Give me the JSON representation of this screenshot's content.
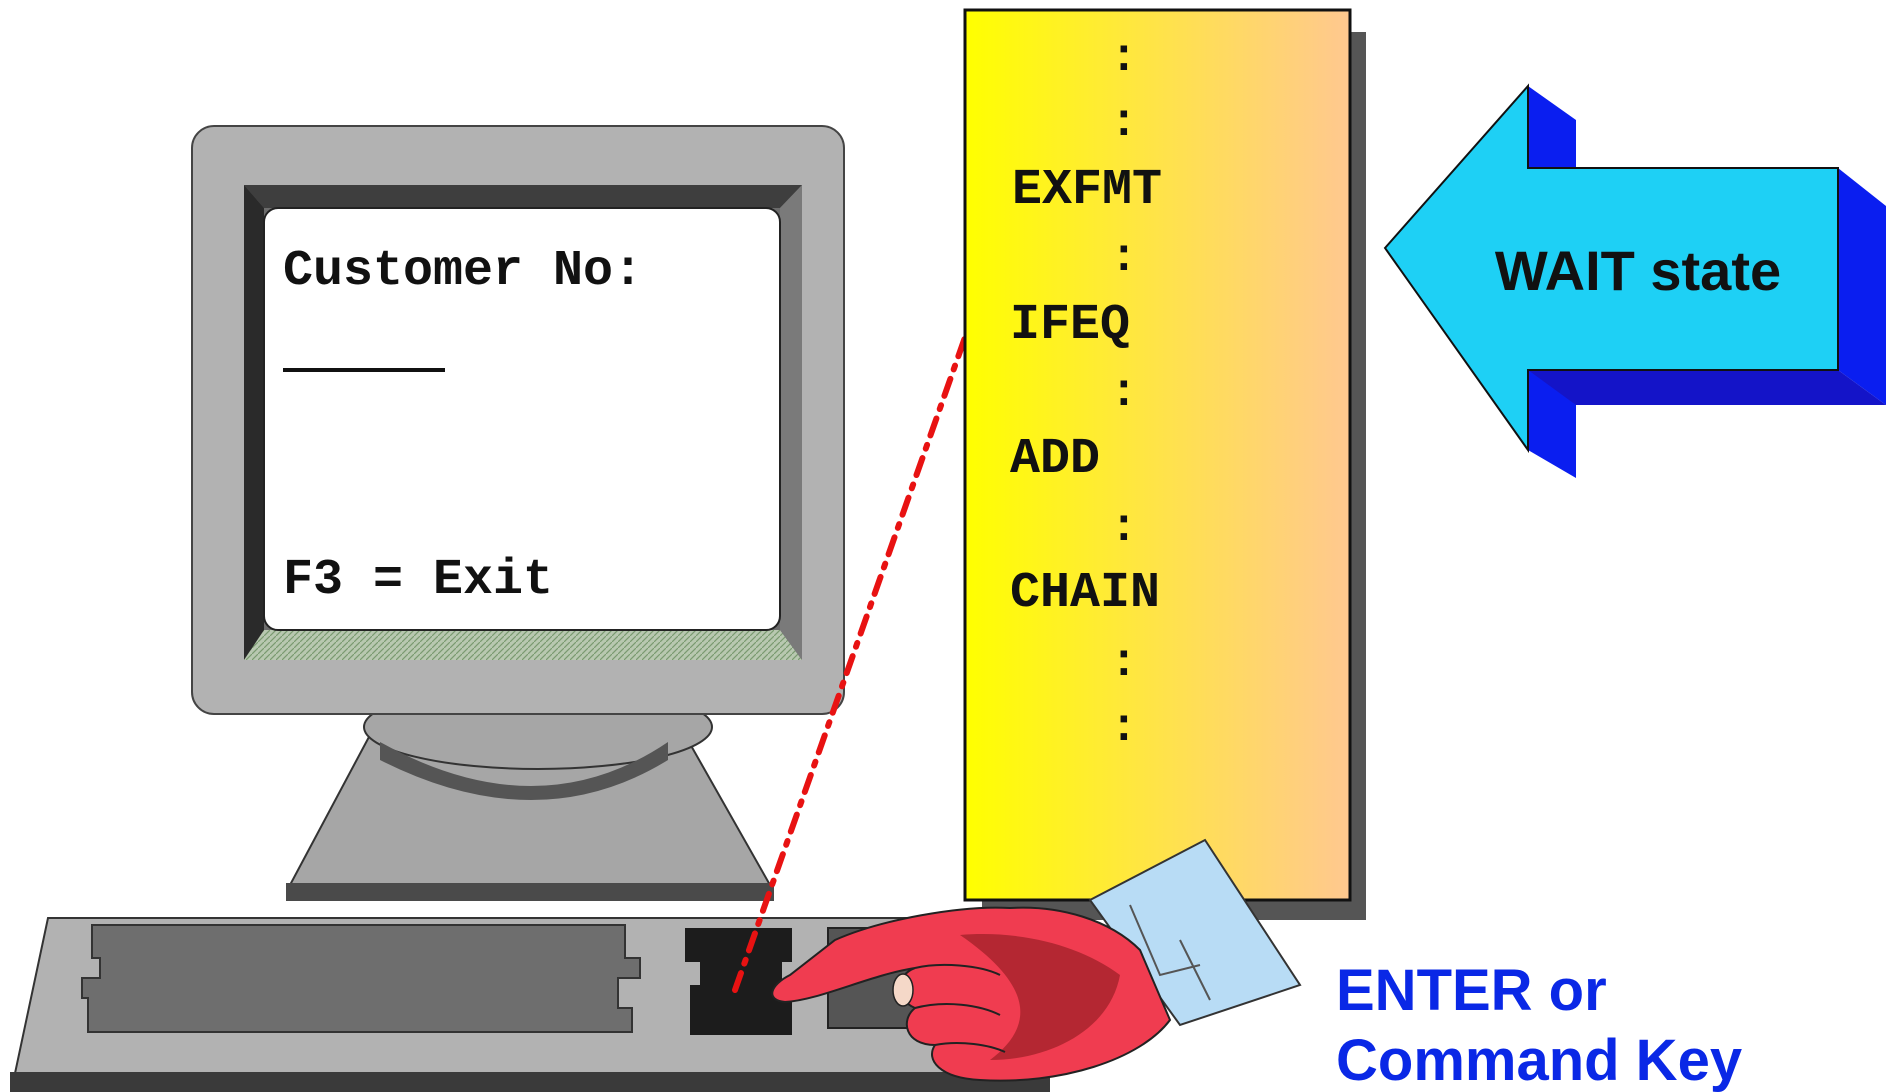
{
  "terminal": {
    "prompt": "Customer No:",
    "input_value": "",
    "exit_hint": "F3 = Exit"
  },
  "program": {
    "statements": [
      "EXFMT",
      "IFEQ",
      "ADD",
      "CHAIN"
    ],
    "continuation": ":"
  },
  "wait_arrow": {
    "label": "WAIT state"
  },
  "caption": {
    "line1": "ENTER or",
    "line2": "Command Key"
  },
  "colors": {
    "code_panel_start": "#ffff00",
    "code_panel_end": "#ffc890",
    "arrow_face": "#1ed0f5",
    "arrow_side": "#0a1ef0",
    "caption": "#0a28e6",
    "signal_line": "#e81212",
    "hand": "#f03c50"
  }
}
